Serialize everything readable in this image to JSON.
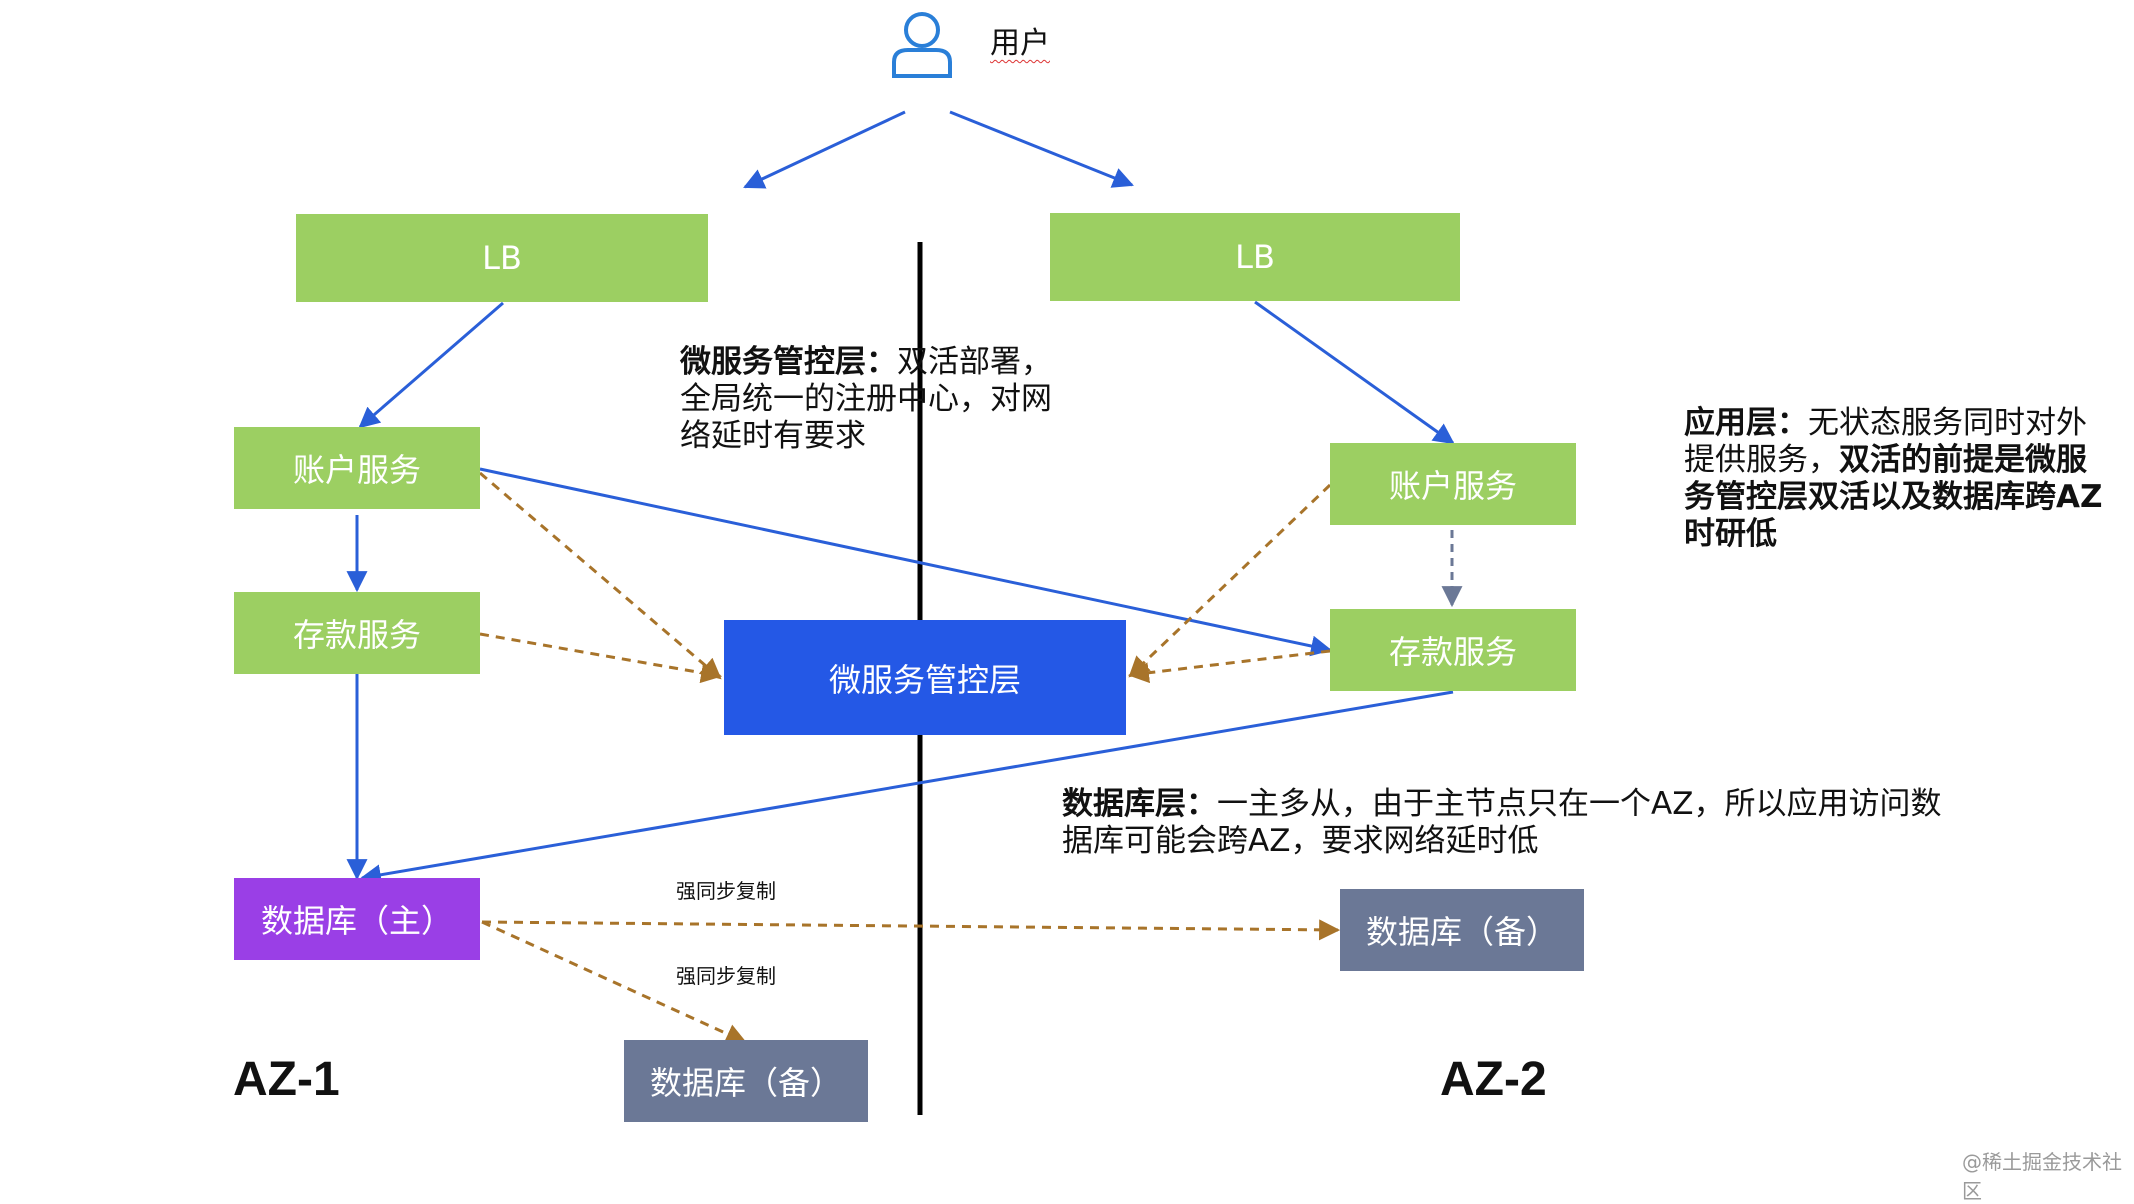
{
  "user": {
    "label": "用户",
    "icon": "user-icon"
  },
  "nodes": {
    "lb_left": "LB",
    "lb_right": "LB",
    "account_left": "账户服务",
    "account_right": "账户服务",
    "deposit_left": "存款服务",
    "deposit_right": "存款服务",
    "control_plane": "微服务管控层",
    "db_primary": "数据库（主）",
    "db_standby_az1": "数据库（备）",
    "db_standby_az2": "数据库（备）"
  },
  "notes": {
    "control": {
      "bold": "微服务管控层：",
      "text": "双活部署，全局统一的注册中心，对网络延时有要求"
    },
    "app": {
      "bold": "应用层：",
      "text1": "无状态服务同时对外提供服务，",
      "bold2": "双活的前提是微服务管控层双活以及数据库跨AZ时研低"
    },
    "db": {
      "bold": "数据库层：",
      "text": "一主多从，由于主节点只在一个AZ，所以应用访问数据库可能会跨AZ，要求网络延时低"
    }
  },
  "labels": {
    "sync1": "强同步复制",
    "sync2": "强同步复制"
  },
  "zones": {
    "az1": "AZ-1",
    "az2": "AZ-2"
  },
  "watermark": "@稀土掘金技术社区",
  "colors": {
    "service_green": "#9ccf62",
    "control_blue": "#2458e6",
    "primary_purple": "#9a3fe6",
    "standby_gray": "#6b7896",
    "arrow_blue": "#2a5fd8",
    "arrow_dashed_brown": "#a8742a"
  }
}
